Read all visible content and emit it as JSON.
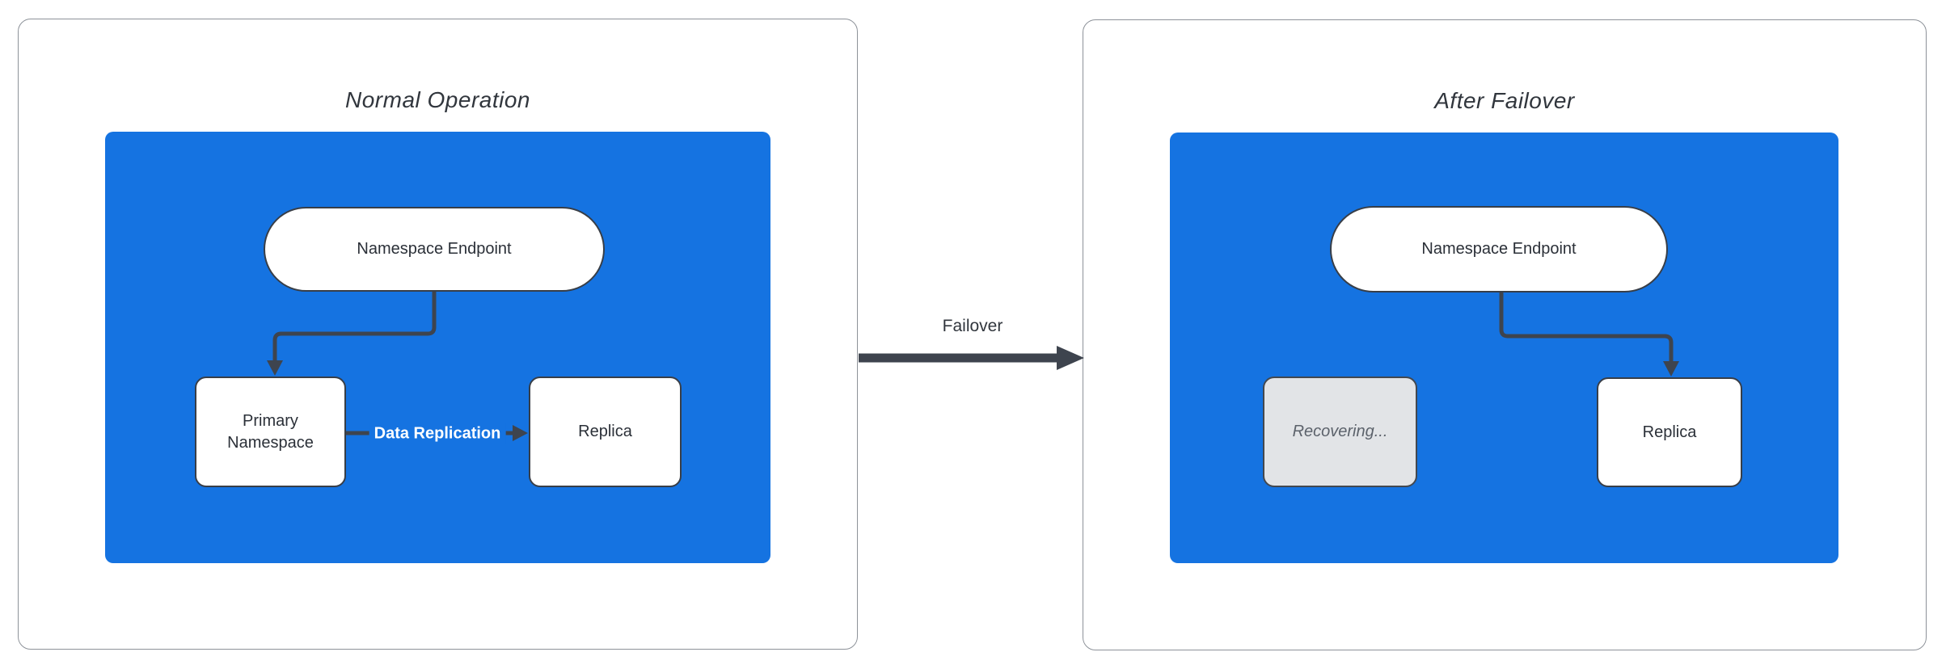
{
  "colors": {
    "canvas_bg": "#ffffff",
    "panel_border": "#8d9299",
    "container_blue": "#1573e1",
    "node_bg": "#ffffff",
    "node_border": "#383e47",
    "node_text": "#2b3038",
    "stroke": "#3e444e",
    "title_text": "#31363d",
    "recovering_bg": "#e2e4e7",
    "recovering_border": "#43484f",
    "recovering_text": "#5c626b",
    "edge_label_text": "#ffffff"
  },
  "panels": {
    "normal": {
      "title": "Normal Operation",
      "nodes": {
        "endpoint": "Namespace Endpoint",
        "primary": "Primary Namespace",
        "replica": "Replica"
      },
      "edges": {
        "replication_label": "Data Replication"
      }
    },
    "failover": {
      "title": "After Failover",
      "nodes": {
        "endpoint": "Namespace Endpoint",
        "recovering": "Recovering...",
        "replica": "Replica"
      }
    }
  },
  "transition": {
    "label": "Failover"
  }
}
